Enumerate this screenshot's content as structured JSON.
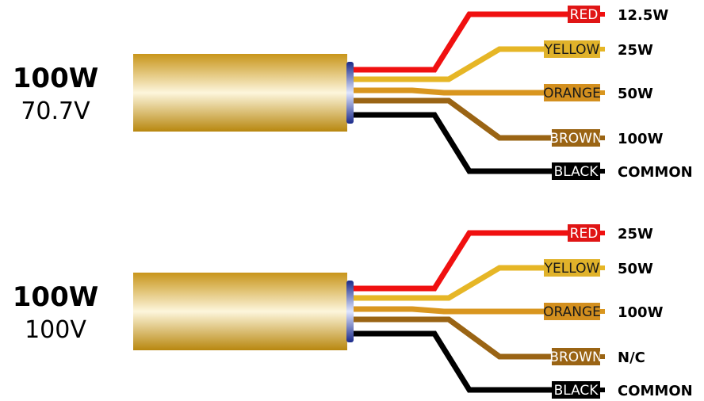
{
  "transformers": [
    {
      "power": "100W",
      "voltage": "70.7V",
      "wires": [
        {
          "label": "RED",
          "tap": "12.5W",
          "color": "#f01010",
          "label_bg": "#e01515",
          "label_text": "#ffffff"
        },
        {
          "label": "YELLOW",
          "tap": "25W",
          "color": "#e6b626",
          "label_bg": "#e0b22a",
          "label_text": "#1a1a1a"
        },
        {
          "label": "ORANGE",
          "tap": "50W",
          "color": "#d9961f",
          "label_bg": "#d38f1e",
          "label_text": "#1a1a1a"
        },
        {
          "label": "BROWN",
          "tap": "100W",
          "color": "#9a6414",
          "label_bg": "#9a6414",
          "label_text": "#ffffff"
        },
        {
          "label": "BLACK",
          "tap": "COMMON",
          "color": "#000000",
          "label_bg": "#000000",
          "label_text": "#ffffff"
        }
      ]
    },
    {
      "power": "100W",
      "voltage": "100V",
      "wires": [
        {
          "label": "RED",
          "tap": "25W",
          "color": "#f01010",
          "label_bg": "#e01515",
          "label_text": "#ffffff"
        },
        {
          "label": "YELLOW",
          "tap": "50W",
          "color": "#e6b626",
          "label_bg": "#e0b22a",
          "label_text": "#1a1a1a"
        },
        {
          "label": "ORANGE",
          "tap": "100W",
          "color": "#d9961f",
          "label_bg": "#d38f1e",
          "label_text": "#1a1a1a"
        },
        {
          "label": "BROWN",
          "tap": "N/C",
          "color": "#9a6414",
          "label_bg": "#9a6414",
          "label_text": "#ffffff"
        },
        {
          "label": "BLACK",
          "tap": "COMMON",
          "color": "#000000",
          "label_bg": "#000000",
          "label_text": "#ffffff"
        }
      ]
    }
  ],
  "colors": {
    "body_gold": "#d4a520",
    "end_cap_blue": "#1e2f9a"
  }
}
